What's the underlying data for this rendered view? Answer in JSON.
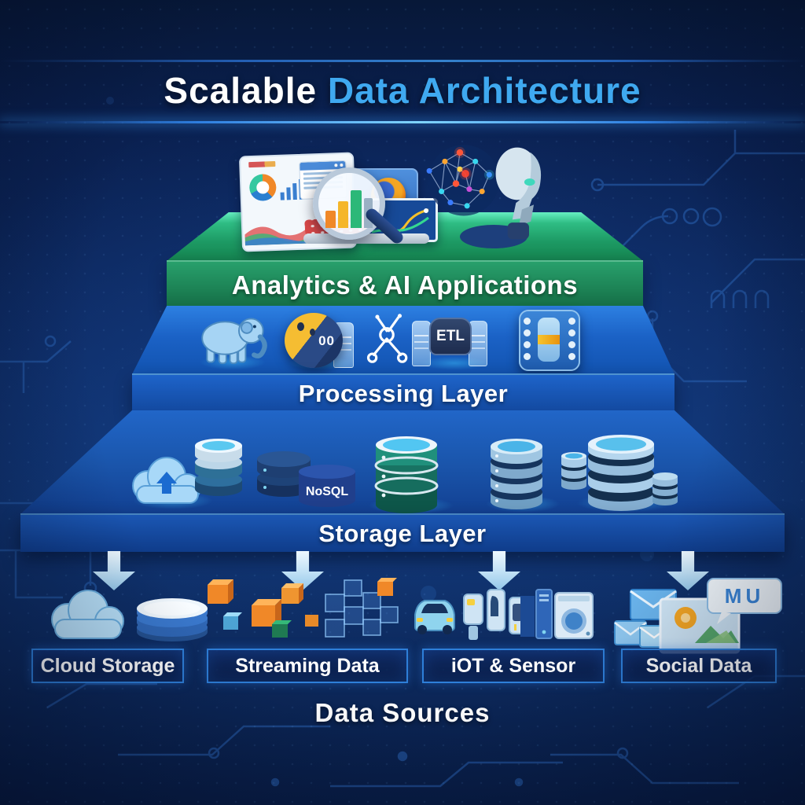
{
  "title": {
    "part1": "Scalable",
    "part2": "Data Architecture"
  },
  "layers": {
    "analytics": {
      "label": "Analytics & AI Applications",
      "color": "#1e8a58"
    },
    "processing": {
      "label": "Processing Layer",
      "color": "#1356b6"
    },
    "storage": {
      "label": "Storage Layer",
      "color": "#17499e"
    }
  },
  "badges": {
    "sphere": "00",
    "etl": "ETL",
    "nosql": "NoSQL",
    "bubble": "MU"
  },
  "data_sources": {
    "heading": "Data Sources",
    "items": [
      {
        "id": "cloud-storage",
        "label": "Cloud Storage"
      },
      {
        "id": "streaming-data",
        "label": "Streaming Data"
      },
      {
        "id": "iot-sensor",
        "label": "iOT & Sensor"
      },
      {
        "id": "social-data",
        "label": "Social Data"
      }
    ]
  },
  "icons": {
    "analytics": [
      "dashboard-screen",
      "analytics-subwindow",
      "magnifier-bar-chart",
      "browser-screen",
      "firefox-globe",
      "line-chart-screen",
      "keypad",
      "laptop-base",
      "neural-network-brain",
      "robot-head"
    ],
    "processing": [
      "hadoop-elephant",
      "data-sphere",
      "network-nodes",
      "etl-gateway",
      "processor-chip"
    ],
    "storage": [
      "cloud-upload",
      "database-stack-silver",
      "database-stack-navy",
      "nosql-database",
      "teal-database",
      "database-stack-blue",
      "database-cluster",
      "database-stack-small"
    ],
    "sources": [
      "cloud",
      "disk-platters",
      "streaming-cubes",
      "car",
      "sensor-devices",
      "computer-appliances",
      "mail-envelopes",
      "photo-card",
      "chat-bubble"
    ]
  },
  "colors": {
    "accent_blue": "#3fa9f0",
    "green_band": "#1e8a58",
    "processing_band": "#1356b6",
    "storage_band": "#17499e",
    "arrow": "#bfe0f5",
    "label_border": "#2e7fd9",
    "background": "#0d2a62"
  }
}
